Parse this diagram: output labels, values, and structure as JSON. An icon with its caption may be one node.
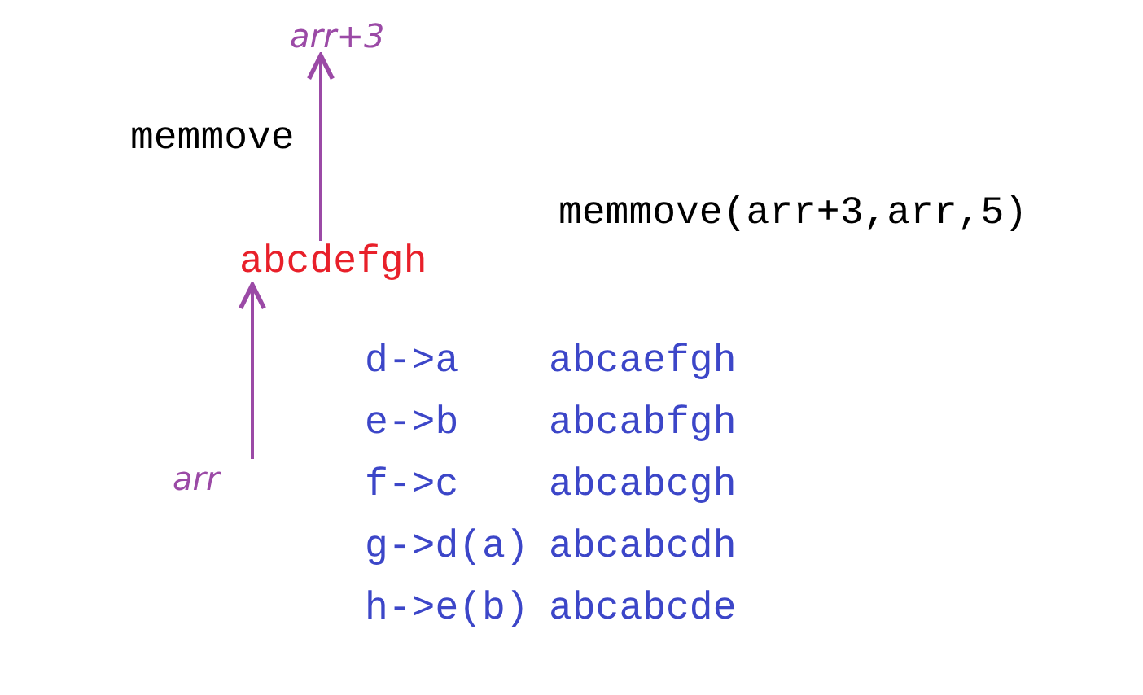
{
  "diagram": {
    "nodes": [
      {
        "text": [
          "arr+3"
        ]
      },
      {
        "text": [
          "abcdefgh"
        ]
      },
      {
        "text": [
          "arr"
        ]
      }
    ],
    "edges": [
      {
        "from": 1,
        "to": 0,
        "arrow": "to"
      },
      {
        "from": 2,
        "to": 1,
        "arrow": "to"
      }
    ],
    "labels": [
      "memmove",
      "memmove(arr+3,arr,5)",
      "d->a",
      "abcaefgh",
      "e->b",
      "abcabfgh",
      "f->c",
      "abcabcgh",
      "g->d(a)",
      "abcabcdh",
      "h->e(b)",
      "abcabcde"
    ]
  }
}
